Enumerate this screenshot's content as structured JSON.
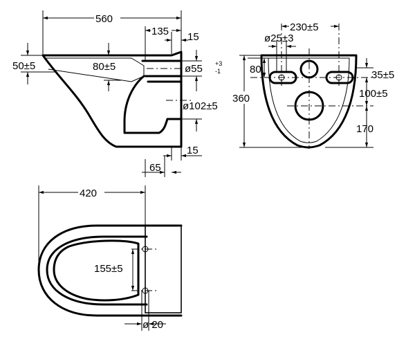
{
  "side_view": {
    "overall_length": "560",
    "outlet_length": "135",
    "outlet_offset": "15",
    "rim_height": "50±5",
    "rim_depth": "80±5",
    "inlet_diameter": "ø55",
    "inlet_tol_plus": "+3",
    "inlet_tol_minus": "-1",
    "outlet_diameter": "ø102±5",
    "bottom_offset": "15",
    "bottom_extension": "65"
  },
  "rear_view": {
    "bolt_spacing": "230±5",
    "bolt_hole_diameter": "ø25±3",
    "slot_height": "80",
    "overall_height": "360",
    "slot_offset": "35±5",
    "outlet_offset": "100±5",
    "outlet_height": "170"
  },
  "top_view": {
    "bolt_distance": "420",
    "bolt_vertical_spacing": "155±5",
    "hole_diameter": "ø 20"
  }
}
